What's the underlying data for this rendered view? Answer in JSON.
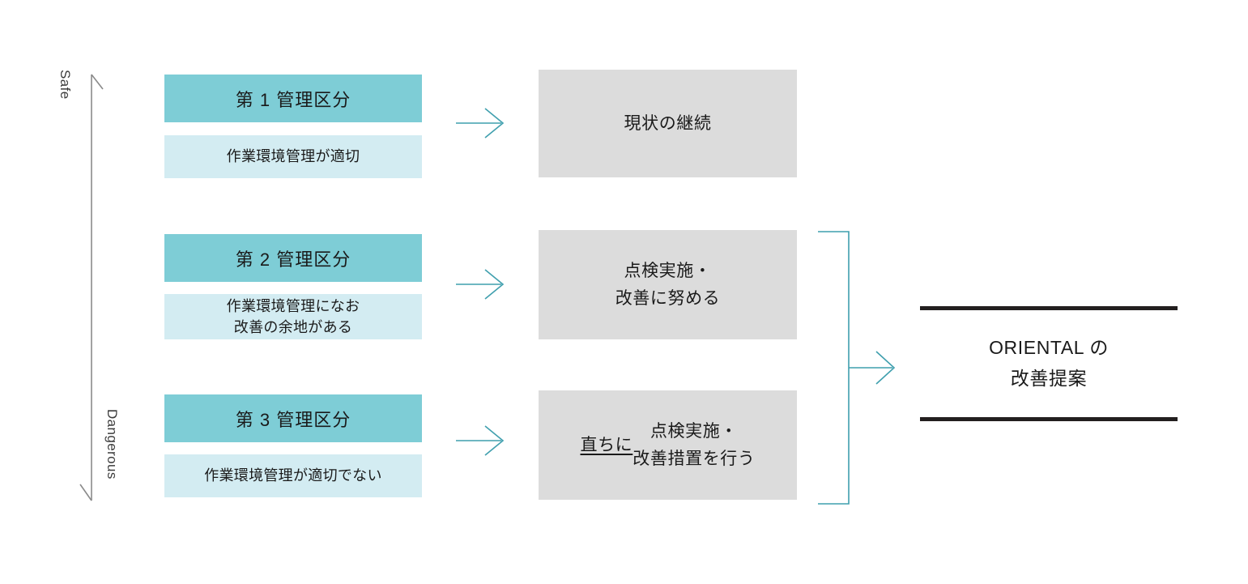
{
  "axis": {
    "top_label": "Safe",
    "bottom_label": "Dangerous",
    "line_color": "#808080"
  },
  "theme": {
    "teal_header": "#7ecdd6",
    "light_blue_body": "#d3ecf2",
    "gray_action": "#dcdcdc",
    "arrow_teal": "#3f9fae",
    "rule_black": "#231f1f"
  },
  "classifications": [
    {
      "id": "division-1",
      "title": "第 1 管理区分",
      "description": "作業環境管理が適切",
      "action": "現状の継続"
    },
    {
      "id": "division-2",
      "title": "第 2 管理区分",
      "description": "作業環境管理になお\n改善の余地がある",
      "action": "点検実施・\n改善に努める"
    },
    {
      "id": "division-3",
      "title": "第 3 管理区分",
      "description": "作業環境管理が適切でない",
      "action_underlined": "直ちに",
      "action_rest": "点検実施・\n改善措置を行う"
    }
  ],
  "result": {
    "text": "ORIENTAL の\n改善提案"
  }
}
